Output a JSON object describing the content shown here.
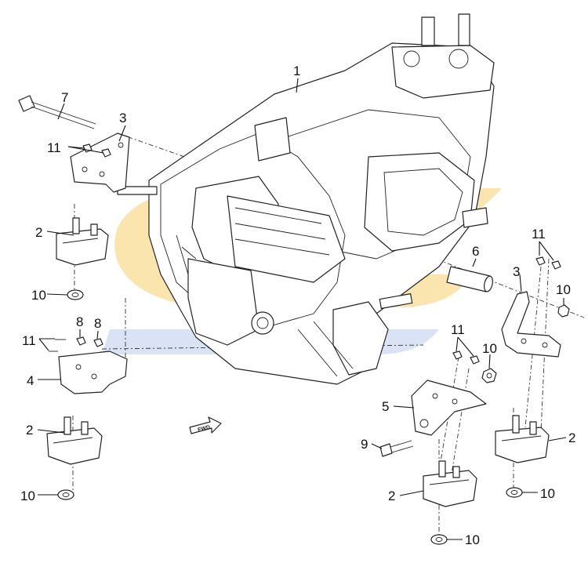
{
  "colors": {
    "watermark_orange": "#fbe2a6",
    "watermark_blue": "#d6e1f3",
    "line": "#222222"
  },
  "callouts": {
    "c1": "1",
    "c7": "7",
    "c3_left": "3",
    "c11_upper_left": "11",
    "c2_upper_left": "2",
    "c10_upper_left": "10",
    "c8_a": "8",
    "c8_b": "8",
    "c11_mid_left": "11",
    "c4": "4",
    "c2_lower_left": "2",
    "c10_lower_left": "10",
    "c6": "6",
    "c11_right": "11",
    "c3_right": "3",
    "c10_right_nut": "10",
    "c11_center": "11",
    "c10_center_nut": "10",
    "c5": "5",
    "c9": "9",
    "c2_right": "2",
    "c2_center": "2",
    "c10_right_lower": "10",
    "c10_bottom": "10"
  },
  "fwd_label": "FWD"
}
